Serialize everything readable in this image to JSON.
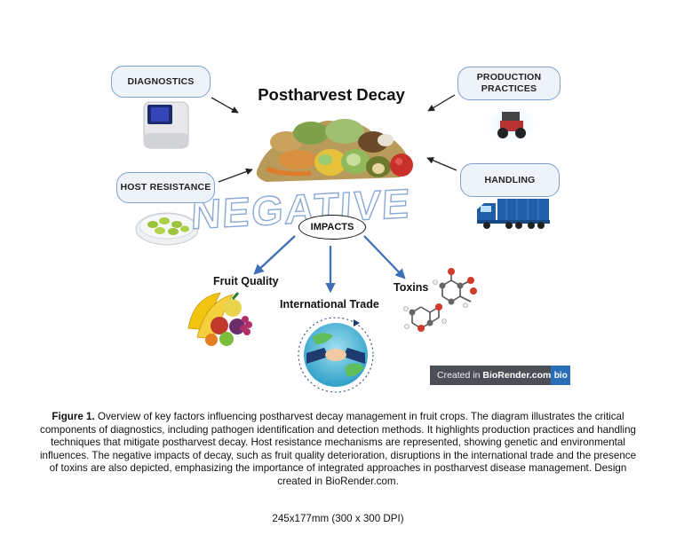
{
  "title": "Postharvest Decay",
  "boxes": {
    "diagnostics": "DIAGNOSTICS",
    "production": "PRODUCTION PRACTICES",
    "host_resistance": "HOST RESISTANCE",
    "handling": "HANDLING"
  },
  "negative_word": "NEGATIVE",
  "impacts": "IMPACTS",
  "outcomes": {
    "fruit_quality": "Fruit Quality",
    "international_trade": "International Trade",
    "toxins": "Toxins"
  },
  "biorender": {
    "prefix": "Created in ",
    "brand": "BioRender.com",
    "logo": "bio"
  },
  "caption": {
    "label": "Figure 1.",
    "text": " Overview of key factors influencing postharvest decay management in fruit crops. The diagram illustrates the critical components of diagnostics, including pathogen identification and detection methods. It highlights production practices and handling techniques that mitigate postharvest decay. Host resistance mechanisms are represented, showing genetic and environmental influences. The negative impacts of decay, such as fruit quality deterioration, disruptions in the international trade and the presence of toxins are also depicted, emphasizing the importance of integrated approaches in postharvest disease management. Design created in BioRender.com."
  },
  "dimensions": "245x177mm (300 x 300 DPI)",
  "colors": {
    "arrow_blue": "#3f6fb5",
    "box_border": "#7f9fcf",
    "negative_outline": "#8aa8d6"
  }
}
